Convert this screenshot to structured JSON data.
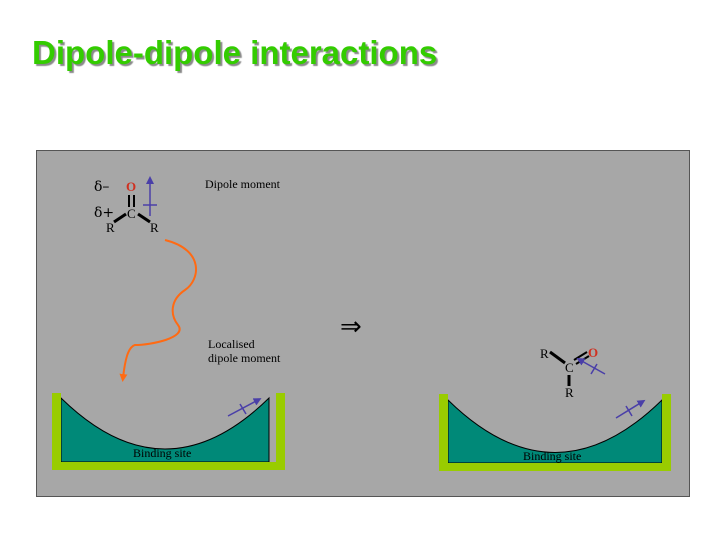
{
  "slide": {
    "title": "Dipole-dipole interactions"
  },
  "left_molecule": {
    "delta_minus": "δ–",
    "delta_plus": "δ+",
    "oxygen": "O",
    "carbon": "C",
    "r_left": "R",
    "r_right": "R"
  },
  "labels": {
    "dipole_moment": "Dipole moment",
    "localised_line1": "Localised",
    "localised_line2": "dipole moment",
    "implies": "⇒",
    "binding_site_left": "Binding site",
    "binding_site_right": "Binding site"
  },
  "right_molecule": {
    "r_top": "R",
    "carbon": "C",
    "oxygen": "O",
    "r_bottom": "R"
  },
  "colors": {
    "panel_bg": "#a7a7a7",
    "binding_site_fill": "#008978",
    "binding_site_frame": "#99cc00",
    "path_arrow": "#ff6a13",
    "dipole_arrow": "#4a3fa8",
    "oxygen": "#d03020",
    "title": "#33cc00"
  }
}
